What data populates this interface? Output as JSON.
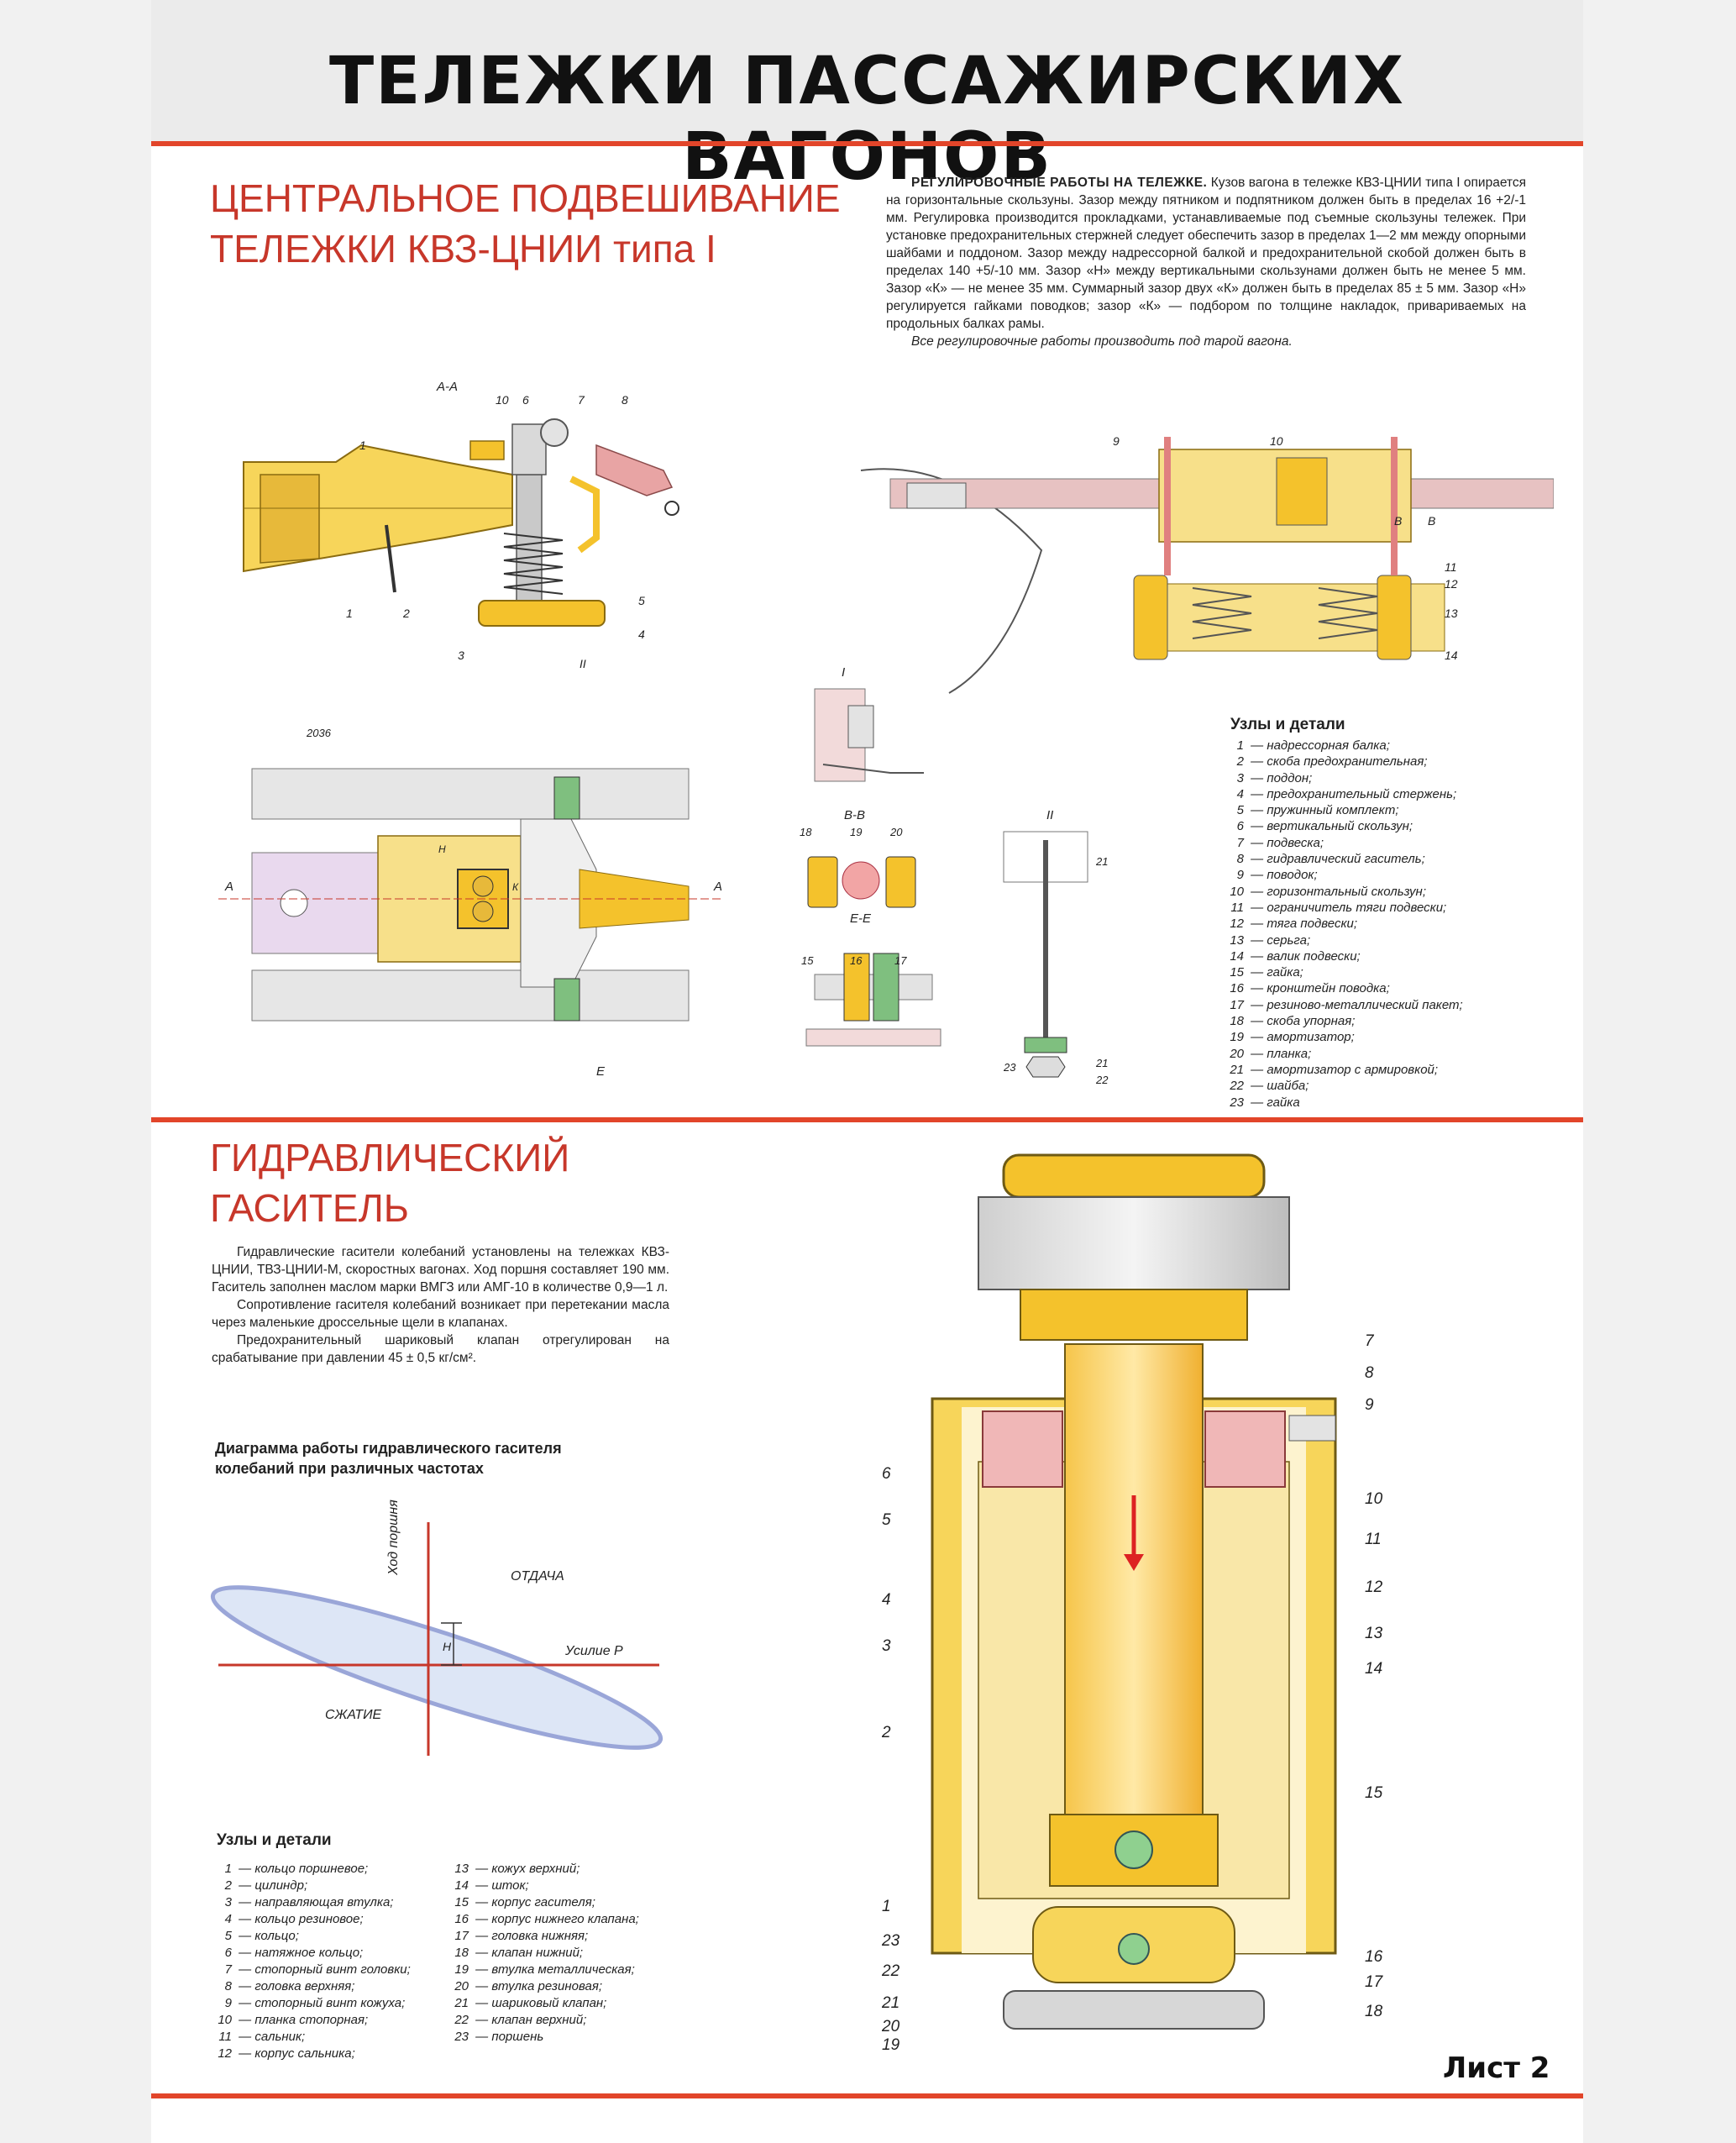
{
  "header": {
    "title": "ТЕЛЕЖКИ ПАССАЖИРСКИХ ВАГОНОВ",
    "sheet_label": "Лист 2"
  },
  "colors": {
    "accent": "#e2452a",
    "title_red": "#c7372a",
    "part_yellow": "#f4c22c",
    "part_pink": "#e8a4a4"
  },
  "section1": {
    "title_line1": "ЦЕНТРАЛЬНОЕ ПОДВЕШИВАНИЕ",
    "title_line2": "ТЕЛЕЖКИ КВЗ-ЦНИИ типа I",
    "text_lead": "РЕГУЛИРОВОЧНЫЕ РАБОТЫ НА ТЕЛЕЖКЕ.",
    "text_body": "Кузов вагона в тележке КВЗ-ЦНИИ типа I опирается на горизонтальные скользуны. Зазор между пятником и подпятником должен быть в пределах 16 +2/-1 мм. Регулировка производится прокладками, устанавливаемые под съемные скользуны тележек. При установке предохранительных стержней следует обеспечить зазор в пределах 1—2 мм между опорными шайбами и поддоном. Зазор между надрессорной балкой и предохранительной скобой должен быть в пределах 140 +5/-10 мм. Зазор «Н» между вертикальными скользунами должен быть не менее 5 мм. Зазор «К» — не менее 35 мм. Суммарный зазор двух «К» должен быть в пределах 85 ± 5 мм. Зазор «Н» регулируется гайками поводков; зазор «К» — подбором по толщине накладок, привариваемых на продольных балках рамы.",
    "text_note": "Все регулировочные работы производить под тарой вагона.",
    "view_labels": {
      "aa": "А-А",
      "bb": "В-В",
      "ee": "Е-Е",
      "i": "I",
      "ii": "II",
      "dim": "2036",
      "a": "А",
      "e": "Е",
      "b": "В",
      "h": "Н",
      "k": "К"
    },
    "parts_title": "Узлы и детали",
    "parts": [
      {
        "n": "1",
        "t": "— надрессорная балка;"
      },
      {
        "n": "2",
        "t": "— скоба предохранительная;"
      },
      {
        "n": "3",
        "t": "— поддон;"
      },
      {
        "n": "4",
        "t": "— предохранительный стержень;"
      },
      {
        "n": "5",
        "t": "— пружинный комплект;"
      },
      {
        "n": "6",
        "t": "— вертикальный скользун;"
      },
      {
        "n": "7",
        "t": "— подвеска;"
      },
      {
        "n": "8",
        "t": "— гидравлический гаситель;"
      },
      {
        "n": "9",
        "t": "— поводок;"
      },
      {
        "n": "10",
        "t": "— горизонтальный скользун;"
      },
      {
        "n": "11",
        "t": "— ограничитель тяги подвески;"
      },
      {
        "n": "12",
        "t": "— тяга подвески;"
      },
      {
        "n": "13",
        "t": "— серьга;"
      },
      {
        "n": "14",
        "t": "— валик подвески;"
      },
      {
        "n": "15",
        "t": "— гайка;"
      },
      {
        "n": "16",
        "t": "— кронштейн поводка;"
      },
      {
        "n": "17",
        "t": "— резиново-металлический пакет;"
      },
      {
        "n": "18",
        "t": "— скоба упорная;"
      },
      {
        "n": "19",
        "t": "— амортизатор;"
      },
      {
        "n": "20",
        "t": "— планка;"
      },
      {
        "n": "21",
        "t": "— амортизатор с армировкой;"
      },
      {
        "n": "22",
        "t": "— шайба;"
      },
      {
        "n": "23",
        "t": "— гайка"
      }
    ]
  },
  "section2": {
    "title_line1": "ГИДРАВЛИЧЕСКИЙ",
    "title_line2": "ГАСИТЕЛЬ",
    "para1": "Гидравлические гасители колебаний установлены на тележках КВЗ-ЦНИИ, ТВЗ-ЦНИИ-М, скоростных вагонах. Ход поршня составляет 190 мм. Гаситель заполнен маслом марки ВМГЗ или АМГ-10 в количестве 0,9—1 л.",
    "para2": "Сопротивление гасителя колебаний возникает при перетекании масла через маленькие дроссельные щели в клапанах.",
    "para3": "Предохранительный шариковый клапан отрегулирован на срабатывание при давлении 45 ± 0,5 кг/см².",
    "diagram_title_line1": "Диаграмма работы гидравлического гасителя",
    "diagram_title_line2": "колебаний при различных частотах",
    "diagram_labels": {
      "y_axis": "Ход поршня",
      "x_axis": "Усилие Р",
      "rebound": "ОТДАЧА",
      "compression": "СЖАТИЕ",
      "h": "Н"
    },
    "parts_title": "Узлы и детали",
    "parts_col1": [
      {
        "n": "1",
        "t": "— кольцо поршневое;"
      },
      {
        "n": "2",
        "t": "— цилиндр;"
      },
      {
        "n": "3",
        "t": "— направляющая втулка;"
      },
      {
        "n": "4",
        "t": "— кольцо резиновое;"
      },
      {
        "n": "5",
        "t": "— кольцо;"
      },
      {
        "n": "6",
        "t": "— натяжное кольцо;"
      },
      {
        "n": "7",
        "t": "— стопорный винт головки;"
      },
      {
        "n": "8",
        "t": "— головка верхняя;"
      },
      {
        "n": "9",
        "t": "— стопорный винт кожуха;"
      },
      {
        "n": "10",
        "t": "— планка стопорная;"
      },
      {
        "n": "11",
        "t": "— сальник;"
      },
      {
        "n": "12",
        "t": "— корпус сальника;"
      }
    ],
    "parts_col2": [
      {
        "n": "13",
        "t": "— кожух верхний;"
      },
      {
        "n": "14",
        "t": "— шток;"
      },
      {
        "n": "15",
        "t": "— корпус гасителя;"
      },
      {
        "n": "16",
        "t": "— корпус нижнего клапана;"
      },
      {
        "n": "17",
        "t": "— головка нижняя;"
      },
      {
        "n": "18",
        "t": "— клапан нижний;"
      },
      {
        "n": "19",
        "t": "— втулка металлическая;"
      },
      {
        "n": "20",
        "t": "— втулка резиновая;"
      },
      {
        "n": "21",
        "t": "— шариковый клапан;"
      },
      {
        "n": "22",
        "t": "— клапан верхний;"
      },
      {
        "n": "23",
        "t": "— поршень"
      }
    ],
    "callouts_left": [
      "6",
      "5",
      "4",
      "3",
      "2",
      "1",
      "23",
      "22",
      "21",
      "20",
      "19"
    ],
    "callouts_right": [
      "7",
      "8",
      "9",
      "10",
      "11",
      "12",
      "13",
      "14",
      "15",
      "16",
      "17",
      "18"
    ]
  }
}
